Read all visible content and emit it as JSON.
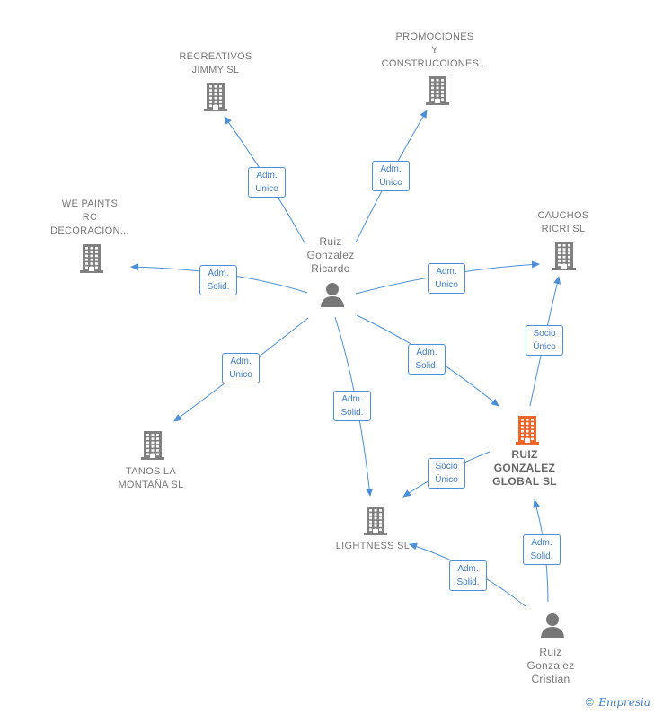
{
  "colors": {
    "edge": "#4a8fd8",
    "building": "#808080",
    "highlight": "#f0642a",
    "person": "#777777"
  },
  "nodes": [
    {
      "id": "recreativos",
      "type": "company",
      "label": "RECREATIVOS\nJIMMY  SL"
    },
    {
      "id": "promociones",
      "type": "company",
      "label": "PROMOCIONES\nY\nCONSTRUCCIONES..."
    },
    {
      "id": "wepaints",
      "type": "company",
      "label": "WE PAINTS\nRC\nDECORACION..."
    },
    {
      "id": "cauchos",
      "type": "company",
      "label": "CAUCHOS\nRICRI SL"
    },
    {
      "id": "ricardo",
      "type": "person",
      "label": "Ruiz\nGonzalez\nRicardo"
    },
    {
      "id": "tanos",
      "type": "company",
      "label": "TANOS LA\nMONTAÑA  SL"
    },
    {
      "id": "global",
      "type": "company-highlight",
      "label": "RUIZ\nGONZALEZ\nGLOBAL  SL"
    },
    {
      "id": "lightness",
      "type": "company",
      "label": "LIGHTNESS SL"
    },
    {
      "id": "cristian",
      "type": "person",
      "label": "Ruiz\nGonzalez\nCristian"
    }
  ],
  "edges": [
    {
      "from": "ricardo",
      "to": "recreativos",
      "label": "Adm.\nUnico"
    },
    {
      "from": "ricardo",
      "to": "promociones",
      "label": "Adm.\nUnico"
    },
    {
      "from": "ricardo",
      "to": "wepaints",
      "label": "Adm.\nSolid."
    },
    {
      "from": "ricardo",
      "to": "cauchos",
      "label": "Adm.\nUnico"
    },
    {
      "from": "ricardo",
      "to": "tanos",
      "label": "Adm.\nUnico"
    },
    {
      "from": "ricardo",
      "to": "global",
      "label": "Adm.\nSolid."
    },
    {
      "from": "ricardo",
      "to": "lightness",
      "label": "Adm.\nSolid."
    },
    {
      "from": "global",
      "to": "cauchos",
      "label": "Socio\nÚnico"
    },
    {
      "from": "global",
      "to": "lightness",
      "label": "Socio\nÚnico"
    },
    {
      "from": "cristian",
      "to": "global",
      "label": "Adm.\nSolid."
    },
    {
      "from": "cristian",
      "to": "lightness",
      "label": "Adm.\nSolid."
    }
  ],
  "brand": {
    "copyright": "©",
    "name": "Empresia"
  }
}
